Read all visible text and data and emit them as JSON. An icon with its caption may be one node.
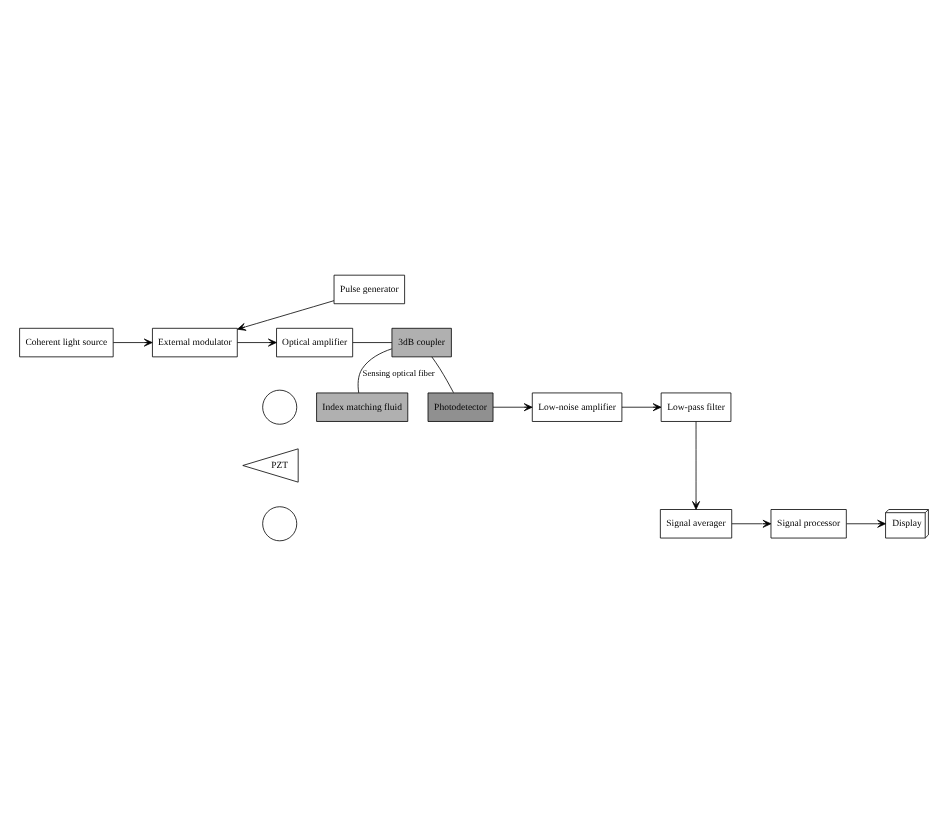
{
  "diagram": {
    "nodes": [
      {
        "text": [
          "Coherent light source"
        ]
      },
      {
        "text": [
          "External modulator"
        ]
      },
      {
        "text": [
          "Optical amplifier"
        ]
      },
      {
        "text": [
          "Pulse generator"
        ]
      },
      {
        "text": [
          "3dB coupler"
        ]
      },
      {
        "text": [],
        "shape": "circle"
      },
      {
        "text": [
          "PZT"
        ]
      },
      {
        "text": [],
        "shape": "circle"
      },
      {
        "text": [
          "Index matching fluid"
        ]
      },
      {
        "text": [
          "Photodetector"
        ]
      },
      {
        "text": [
          "Low-noise amplifier"
        ]
      },
      {
        "text": [
          "Low-pass filter"
        ]
      },
      {
        "text": [
          "Signal averager"
        ]
      },
      {
        "text": [
          "Signal processor"
        ]
      },
      {
        "text": [
          "Display"
        ]
      }
    ],
    "edges": [
      {
        "from": 0,
        "to": 1,
        "arrow": "to"
      },
      {
        "from": 3,
        "to": 1,
        "arrow": "to"
      },
      {
        "from": 1,
        "to": 2,
        "arrow": "to"
      },
      {
        "from": 2,
        "to": 4,
        "arrow": "none"
      },
      {
        "from": 4,
        "to": 8,
        "arrow": "none",
        "label": "Sensing optical fiber"
      },
      {
        "from": 4,
        "to": 9,
        "arrow": "none"
      },
      {
        "from": 9,
        "to": 10,
        "arrow": "to"
      },
      {
        "from": 10,
        "to": 11,
        "arrow": "to"
      },
      {
        "from": 11,
        "to": 12,
        "arrow": "to"
      },
      {
        "from": 12,
        "to": 13,
        "arrow": "to"
      },
      {
        "from": 13,
        "to": 14,
        "arrow": "to"
      }
    ]
  }
}
